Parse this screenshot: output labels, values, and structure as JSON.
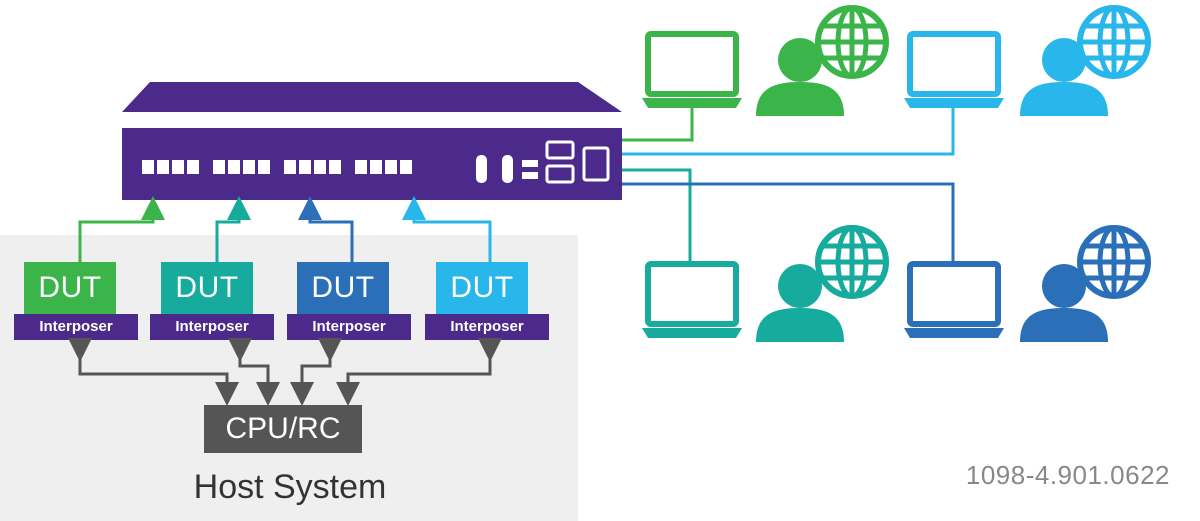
{
  "colors": {
    "switch": "#4b2a8c",
    "green": "#3bb54a",
    "teal": "#16ab9c",
    "blue": "#2a6fb8",
    "sky": "#29b6ea",
    "cpu": "#555555",
    "host_bg": "#efefef",
    "arrow": "#555555"
  },
  "devices": [
    {
      "dut_label": "DUT",
      "interposer_label": "Interposer",
      "color": "#3bb54a"
    },
    {
      "dut_label": "DUT",
      "interposer_label": "Interposer",
      "color": "#16ab9c"
    },
    {
      "dut_label": "DUT",
      "interposer_label": "Interposer",
      "color": "#2a6fb8"
    },
    {
      "dut_label": "DUT",
      "interposer_label": "Interposer",
      "color": "#29b6ea"
    }
  ],
  "cpu_label": "CPU/RC",
  "host_label": "Host System",
  "figure_code": "1098-4.901.0622",
  "clients": [
    {
      "icons": [
        "laptop-icon",
        "user-icon",
        "globe-icon"
      ],
      "color": "#3bb54a"
    },
    {
      "icons": [
        "laptop-icon",
        "user-icon",
        "globe-icon"
      ],
      "color": "#29b6ea"
    },
    {
      "icons": [
        "laptop-icon",
        "user-icon",
        "globe-icon"
      ],
      "color": "#16ab9c"
    },
    {
      "icons": [
        "laptop-icon",
        "user-icon",
        "globe-icon"
      ],
      "color": "#2a6fb8"
    }
  ]
}
